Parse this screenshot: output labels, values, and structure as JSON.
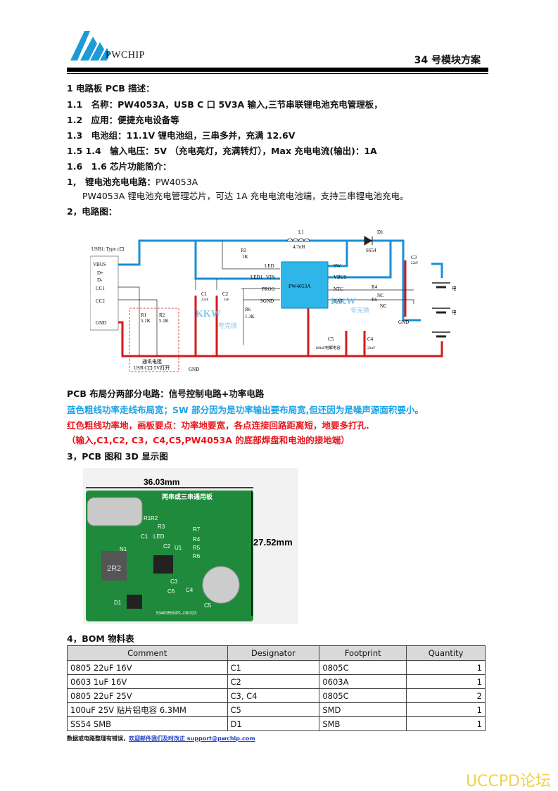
{
  "header": {
    "logo_text": "PWCHIP",
    "doc_title": "34 号模块方案"
  },
  "sections": {
    "s1": "1 电路板 PCB 描述：",
    "s1_1": "1.1　名称：PW4053A，USB C 口 5V3A 输入,三节串联锂电池充电管理板，",
    "s1_2": "1.2　应用：便捷充电设备等",
    "s1_3": "1.3　电池组：11.1V 锂电池组，三串多并，充满 12.6V",
    "s1_5": "1.5 1.4　输入电压：5V （充电亮灯，充满转灯），Max 充电电流(输出)：1A",
    "s1_6": "1.6　1.6 芯片功能简介：",
    "chip_item": "1,　锂电池充电电路：",
    "chip_name": "PW4053A",
    "chip_desc": "PW4053A 锂电池充电管理芯片，可达 1A 充电电流电池端，支持三串锂电池充电。",
    "s2": "2，电路图：",
    "layout_title": "PCB 布局分两部分电路：信号控制电路+功率电路",
    "blue_note": "蓝色粗线功率走线布局宽；SW 部分因为是功率输出要布局宽,但还因为是噪声源面积要小。",
    "red_note": "红色粗线功率地，画板要点：功率地要宽，各点连接回路距离短，地要多打孔.",
    "red_note2": "（输入,C1,C2, C3，C4,C5,PW4053A 的底部焊盘和电池的接地端）",
    "s3": "3，PCB 图和 3D 显示图",
    "s4": "4，BOM 物料表"
  },
  "schematic": {
    "usb_label": "USB1: Type c口",
    "pins": [
      "VBUS",
      "D+",
      "D-",
      "CC1",
      "CC2",
      "GND"
    ],
    "chip": "PW4053A",
    "chip_pins_left": [
      "LED",
      "VIN",
      "PROG",
      "SGND"
    ],
    "chip_pins_right": [
      "SW",
      "VBUS",
      "NTC",
      "BAT"
    ],
    "L1": "L1",
    "L1_val": "4.7uH",
    "D1": "D1",
    "D1_val": "SS54",
    "R3": "R3",
    "R3_val": "1K",
    "LED1": "LED1",
    "C1": "C1",
    "C1_val": "22uF",
    "C2": "C2",
    "C2_val": "1uF",
    "C3": "C3",
    "C3_val": "22uF",
    "R6": "R6",
    "R6_val": "1.3K",
    "R1": "R1",
    "R1_val": "5.1K",
    "R2": "R2",
    "R2_val": "5.1K",
    "R4": "R4",
    "R4_val": "NC",
    "R5": "R5",
    "R5_val": "NC",
    "C5_val": "100uF电解电容",
    "C5": "C5",
    "C4": "C4",
    "C4_val": "22uF",
    "gnd": "GND",
    "battery": "电池",
    "note1": "通讯电阻",
    "note2": "USB C口 5V打开",
    "watermark": "夸克微",
    "kkw": "KKW"
  },
  "pcb": {
    "width_dim": "36.03mm",
    "height_dim": "27.52mm",
    "board_title": "两串或三串通用板",
    "board_code": "5348355GP1-230323",
    "labels": [
      "R1",
      "R2",
      "R3",
      "R7",
      "R4",
      "R5",
      "R6",
      "C1",
      "N1",
      "C2",
      "U1",
      "LED",
      "C3",
      "C6",
      "C4",
      "C5",
      "D1",
      "2R2"
    ]
  },
  "bom": {
    "headers": [
      "Comment",
      "Designator",
      "Footprint",
      "Quantity"
    ],
    "rows": [
      [
        "0805 22uF 16V",
        "C1",
        "0805C",
        "1"
      ],
      [
        "0603 1uF 16V",
        "C2",
        "0603A",
        "1"
      ],
      [
        "0805 22uF 25V",
        "C3, C4",
        "0805C",
        "2"
      ],
      [
        "100uF 25V  贴片铝电容  6.3MM",
        "C5",
        "SMD",
        "1"
      ],
      [
        "SS54 SMB",
        "D1",
        "SMB",
        "1"
      ]
    ]
  },
  "footer": {
    "note": "数据或电路整理有错误，",
    "link": "欢迎邮件我们及时改正 support@pwchip.com"
  },
  "watermark": "UCCPD论坛"
}
